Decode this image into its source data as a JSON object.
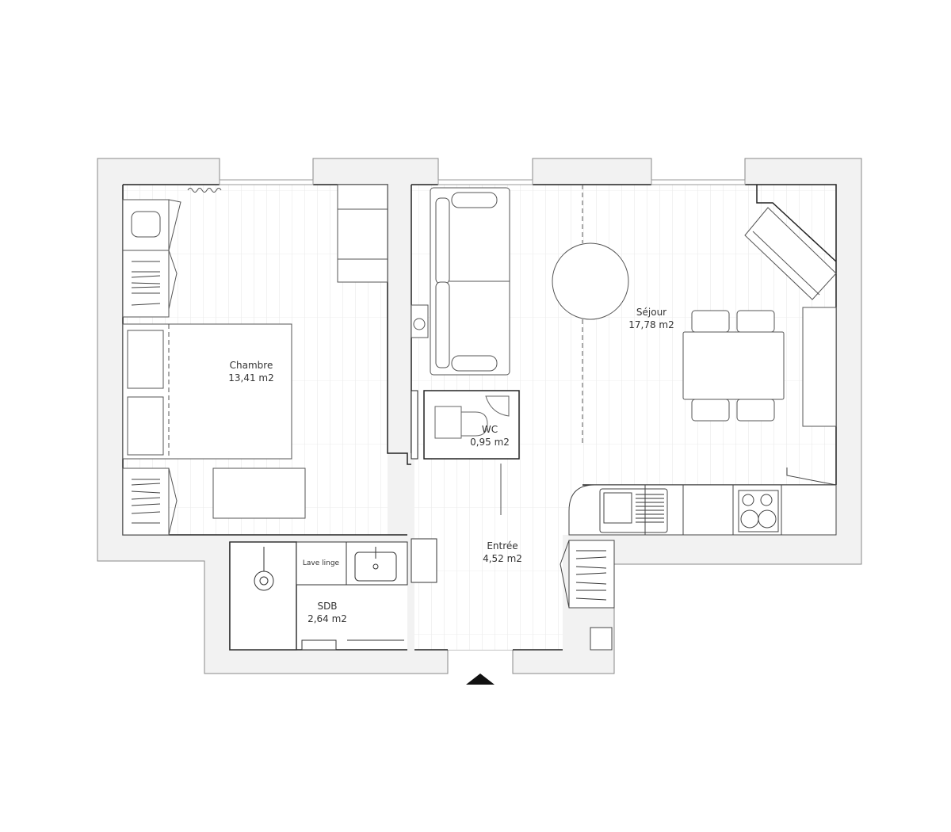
{
  "plan": {
    "type": "apartment floor plan",
    "wall_color": "#f2f2f2",
    "wall_stroke": "#222222",
    "floor_line_color": "#e2e2e2",
    "entrance_marker": "triangle-up"
  },
  "rooms": [
    {
      "name": "Chambre",
      "area": "13,41 m2"
    },
    {
      "name": "Séjour",
      "area": "17,78 m2"
    },
    {
      "name": "WC",
      "area": "0,95 m2"
    },
    {
      "name": "SDB",
      "area": "2,64 m2"
    },
    {
      "name": "Entrée",
      "area": "4,52 m2"
    }
  ],
  "fixtures": {
    "washing_machine": "Lave linge"
  }
}
